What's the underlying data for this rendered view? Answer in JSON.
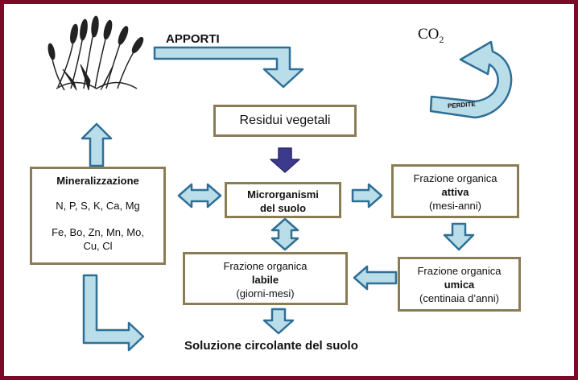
{
  "colors": {
    "frame": "#7a0a28",
    "box_border": "#8a7c55",
    "arrow_fill": "#b9dde9",
    "arrow_stroke": "#2f6f96",
    "arrow_dark_fill": "#3c3a8c"
  },
  "labels": {
    "apporti": "APPORTI",
    "co2_main": "CO",
    "co2_sub": "2",
    "perdite": "PERDITE",
    "soluzione": "Soluzione circolante del suolo"
  },
  "boxes": {
    "residui": {
      "text": "Residui vegetali"
    },
    "mineralizzazione": {
      "title": "Mineralizzazione",
      "line1": "N, P, S, K, Ca, Mg",
      "line2": "Fe, Bo, Zn, Mn, Mo,",
      "line3": "Cu, Cl"
    },
    "microrganismi": {
      "line1": "Microrganismi",
      "line2": "del suolo"
    },
    "attiva": {
      "line1": "Frazione organica",
      "line2": "attiva",
      "line3": "(mesi-anni)"
    },
    "labile": {
      "line1": "Frazione organica",
      "line2": "labile",
      "line3": "(giorni-mesi)"
    },
    "umica": {
      "line1": "Frazione organica",
      "line2": "umica",
      "line3": "(centinaia d’anni)"
    }
  },
  "icons": {
    "plant": "wheat-plant-icon",
    "cycle": "curved-arrow-icon"
  }
}
